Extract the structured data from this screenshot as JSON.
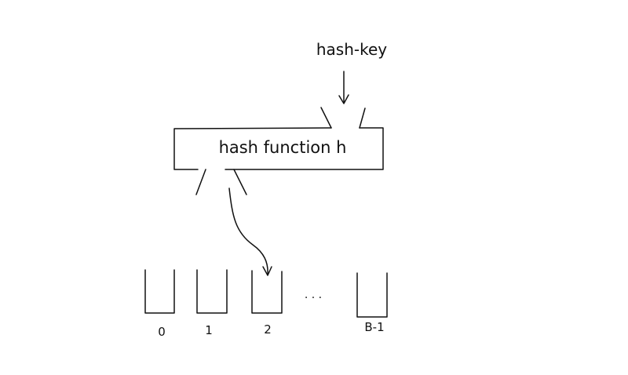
{
  "diagram": {
    "input_label": "hash-key",
    "function_label": "hash function h",
    "ellipsis": ". . .",
    "buckets": [
      {
        "label": "0"
      },
      {
        "label": "1"
      },
      {
        "label": "2"
      },
      {
        "label": "B-1"
      }
    ]
  }
}
